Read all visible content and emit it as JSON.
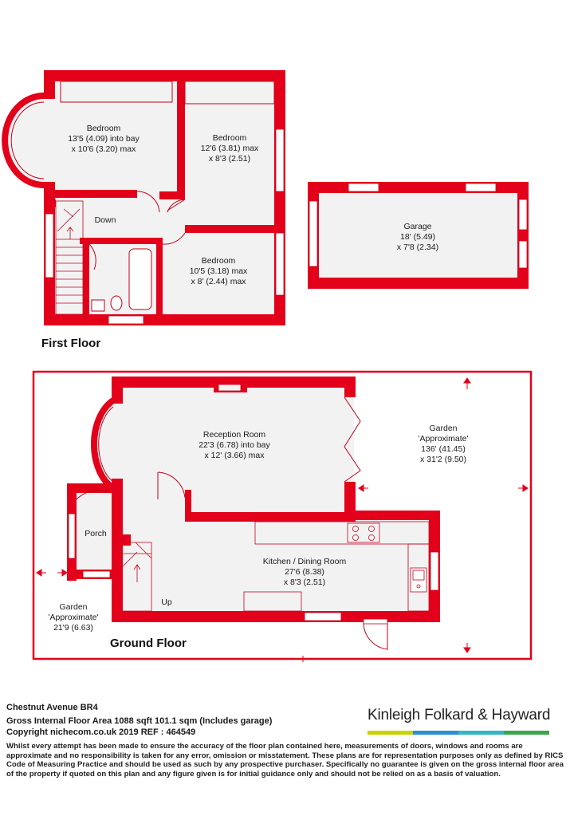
{
  "first_floor": {
    "title": "First Floor",
    "rooms": [
      {
        "id": "bed1",
        "lines": [
          "Bedroom",
          "13'5 (4.09) into bay",
          "x 10'6 (3.20) max"
        ]
      },
      {
        "id": "bed2",
        "lines": [
          "Bedroom",
          "12'6 (3.81) max",
          "x 8'3 (2.51)"
        ]
      },
      {
        "id": "bed3",
        "lines": [
          "Bedroom",
          "10'5 (3.18) max",
          "x 8' (2.44) max"
        ]
      },
      {
        "id": "down",
        "lines": [
          "Down"
        ]
      }
    ]
  },
  "garage": {
    "lines": [
      "Garage",
      "18' (5.49)",
      "x 7'8 (2.34)"
    ]
  },
  "ground_floor": {
    "title": "Ground Floor",
    "rooms": [
      {
        "id": "reception",
        "lines": [
          "Reception Room",
          "22'3 (6.78) into bay",
          "x 12' (3.66) max"
        ]
      },
      {
        "id": "kitchen",
        "lines": [
          "Kitchen / Dining Room",
          "27'6 (8.38)",
          "x 8'3 (2.51)"
        ]
      },
      {
        "id": "porch",
        "lines": [
          "Porch"
        ]
      },
      {
        "id": "up",
        "lines": [
          "Up"
        ]
      },
      {
        "id": "garden_rear",
        "lines": [
          "Garden",
          "'Approximate'",
          "136' (41.45)",
          "x 31'2 (9.50)"
        ]
      },
      {
        "id": "garden_front",
        "lines": [
          "Garden",
          "'Approximate'",
          "21'9 (6.63)"
        ]
      }
    ]
  },
  "footer": {
    "address": "Chestnut Avenue BR4",
    "area": "Gross Internal Floor Area 1088 sqft 101.1 sqm (Includes garage)",
    "copyright": "Copyright nichecom.co.uk 2019 REF : 464549",
    "brand": "Kinleigh Folkard & Hayward",
    "brand_colors": [
      "#c8d400",
      "#2b8fd0",
      "#35b6c4",
      "#3aa84a"
    ],
    "disclaimer": "Whilst every attempt has been made to ensure the accuracy of the floor plan contained here, measurements of doors, windows and rooms are approximate and no responsibility is taken for any error, omission or misstatement. These plans are for representation purposes only as defined by RICS Code of Measuring Practice and should be used as such by any prospective purchaser. Specifically no guarantee is given on the gross internal floor area of the property if quoted on this plan and any figure given is for initial guidance only and should not be relied on as a basis of valuation."
  },
  "colors": {
    "wall": "#e3001b",
    "floor": "#f2f2f2",
    "line": "#c4001a"
  }
}
